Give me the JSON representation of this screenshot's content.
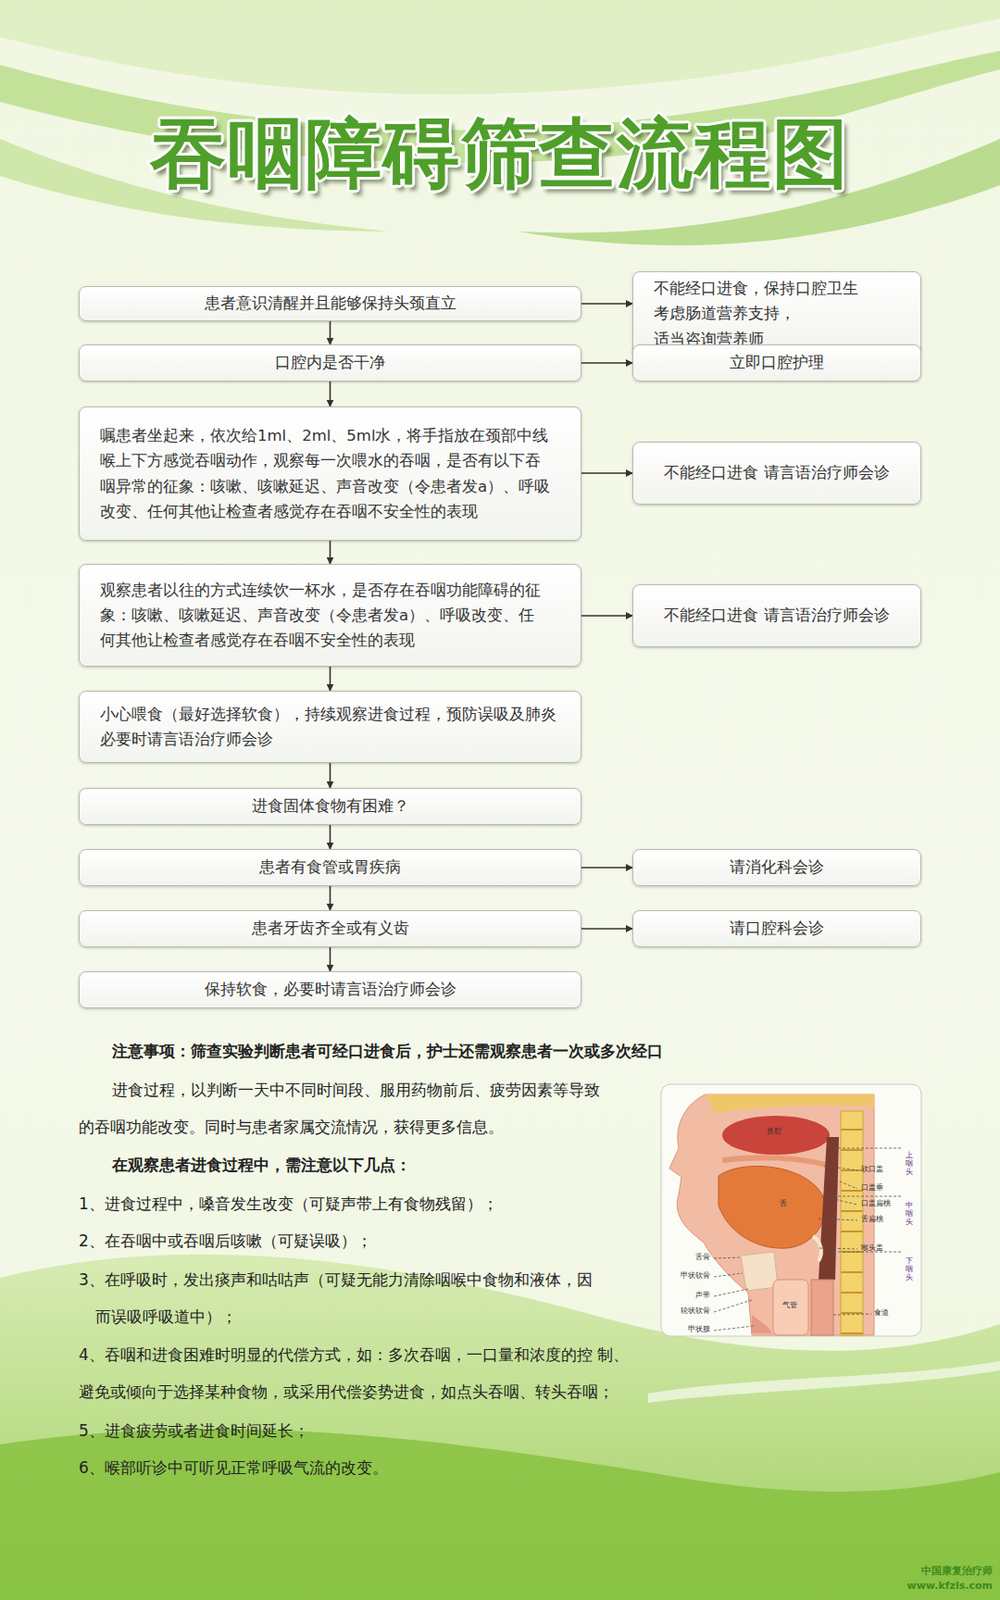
{
  "diagram": {
    "title": "吞咽障碍筛查流程图",
    "nodes": [
      {
        "text": [
          "患者意识清醒并且能够保持头颈直立"
        ]
      },
      {
        "text": [
          "不能经口进食，保持口腔卫生 考虑肠道营养支持，适当咨询营养师"
        ]
      },
      {
        "text": [
          "口腔内是否干净"
        ]
      },
      {
        "text": [
          "立即口腔护理"
        ]
      },
      {
        "text": [
          "嘱患者坐起来，依次给1ml、2ml、5ml水，将手指放在颈部中线 喉上下方感觉吞咽动作，观察每一次喂水的吞咽，是否有以下吞 咽异常的征象：咳嗽、咳嗽延迟、声音改变（令患者发a）、呼吸 改变、任何其他让检查者感觉存在吞咽不安全性的表现"
        ]
      },
      {
        "text": [
          "不能经口进食 请言语治疗师会诊"
        ]
      },
      {
        "text": [
          "观察患者以往的方式连续饮一杯水，是否存在吞咽功能障碍的征 象：咳嗽、咳嗽延迟、声音改变（令患者发a）、呼吸改变、任 何其他让检查者感觉存在吞咽不安全性的表现"
        ]
      },
      {
        "text": [
          "不能经口进食 请言语治疗师会诊"
        ]
      },
      {
        "text": [
          "小心喂食（最好选择软食），持续观察进食过程，预防误吸及肺炎 必要时请言语治疗师会诊"
        ]
      },
      {
        "text": [
          "进食固体食物有困难？"
        ]
      },
      {
        "text": [
          "患者有食管或胃疾病"
        ]
      },
      {
        "text": [
          "请消化科会诊"
        ]
      },
      {
        "text": [
          "患者牙齿齐全或有义齿"
        ]
      },
      {
        "text": [
          "请口腔科会诊"
        ]
      },
      {
        "text": [
          "保持软食，必要时请言语治疗师会诊"
        ]
      }
    ],
    "edges": [
      {
        "from": 0,
        "to": 1,
        "arrow": "to"
      },
      {
        "from": 0,
        "to": 2,
        "arrow": "to"
      },
      {
        "from": 2,
        "to": 3,
        "arrow": "to"
      },
      {
        "from": 2,
        "to": 4,
        "arrow": "to"
      },
      {
        "from": 4,
        "to": 5,
        "arrow": "to"
      },
      {
        "from": 4,
        "to": 6,
        "arrow": "to"
      },
      {
        "from": 6,
        "to": 7,
        "arrow": "to"
      },
      {
        "from": 6,
        "to": 8,
        "arrow": "to"
      },
      {
        "from": 8,
        "to": 9,
        "arrow": "to"
      },
      {
        "from": 9,
        "to": 10,
        "arrow": "to"
      },
      {
        "from": 10,
        "to": 11,
        "arrow": "to"
      },
      {
        "from": 10,
        "to": 12,
        "arrow": "to"
      },
      {
        "from": 12,
        "to": 13,
        "arrow": "to"
      },
      {
        "from": 12,
        "to": 14,
        "arrow": "to"
      }
    ],
    "labels": [
      "注意事项：筛查实验判断患者可经口进食后，护士还需观察患者一次或多次经口",
      "进食过程，以判断一天中不同时间段、服用药物前后、疲劳因素等导致 的吞咽功能改变。同时与患者家属交流情况，获得更多信息。",
      "在观察患者进食过程中，需注意以下几点：",
      "1、进食过程中，嗓音发生改变（可疑声带上有食物残留）；",
      "2、在吞咽中或吞咽后咳嗽（可疑误吸）；",
      "3、在呼吸时，发出痰声和咕咕声（可疑无能力清除咽喉中食物和液体，因 而误吸呼吸道中）；",
      "4、吞咽和进食困难时明显的代偿方式，如：多次吞咽，一口量和浓度的控 制、避免或倾向于选择某种食物，或采用代偿姿势进食，如点头吞咽、转头吞咽；",
      "5、进食疲劳或者进食时间延长；",
      "6、喉部听诊中可听见正常呼吸气流的改变。",
      "鼻腔",
      "软口盖",
      "口盖垂",
      "口盖扁桃",
      "舌扁桃",
      "舌",
      "喉头盖",
      "上咽头",
      "中咽头",
      "下咽头",
      "舌骨",
      "甲状软骨",
      "声带",
      "轮状软骨",
      "气管",
      "食道",
      "甲状腺",
      "中国康复治疗师",
      "www.kfzls.com"
    ]
  }
}
